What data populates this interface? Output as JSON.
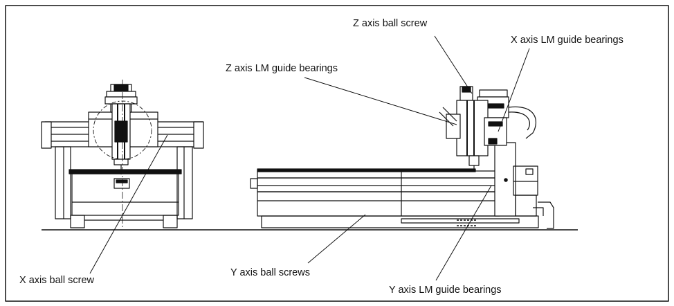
{
  "labels": {
    "z_ball_screw": "Z axis ball screw",
    "x_lm_guide": "X axis LM guide bearings",
    "z_lm_guide": "Z axis LM guide bearings",
    "x_ball_screw": "X axis ball screw",
    "y_ball_screws": "Y axis ball screws",
    "y_lm_guide": "Y axis LM guide bearings"
  },
  "colors": {
    "ink": "#111111",
    "paper": "#ffffff"
  }
}
